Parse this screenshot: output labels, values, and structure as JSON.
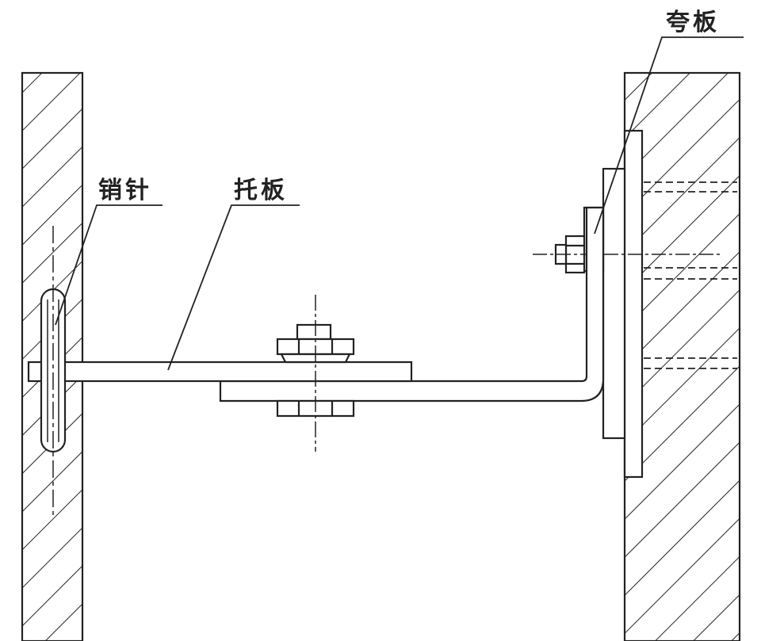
{
  "labels": {
    "pin": "销针",
    "bracket": "托板",
    "span_plate": "夸板"
  },
  "colors": {
    "line": "#222222",
    "background": "#ffffff"
  }
}
